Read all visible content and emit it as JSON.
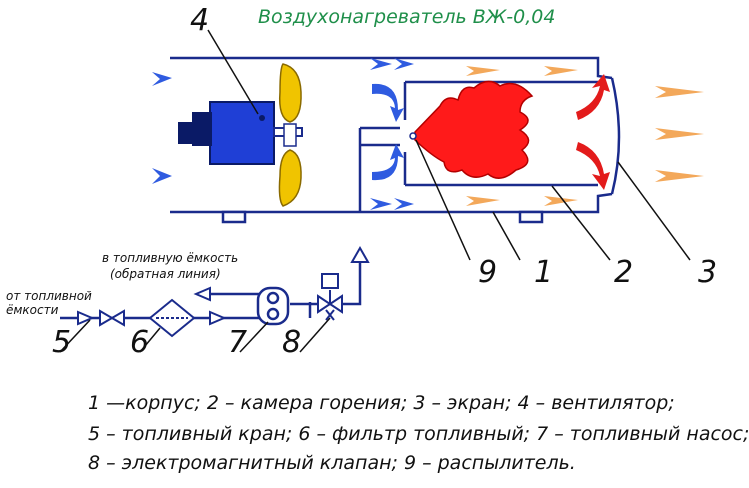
{
  "title": "Воздухонагреватель ВЖ-0,04",
  "labels": {
    "n1": "1",
    "n2": "2",
    "n3": "3",
    "n4": "4",
    "n5": "5",
    "n6": "6",
    "n7": "7",
    "n8": "8",
    "n9": "9"
  },
  "notes": {
    "return_line_1": "в топливную ёмкость",
    "return_line_2": "(обратная линия)",
    "from_tank_1": "от топливной",
    "from_tank_2": "ёмкости"
  },
  "legend": {
    "line1": "1 —корпус; 2 – камера горения; 3 – экран; 4 – вентилятор;",
    "line2": "5 – топливный кран; 6 – фильтр топливный; 7 – топливный насос;",
    "line3": "8 – электромагнитный клапан; 9 – распылитель."
  },
  "colors": {
    "line": "#1a2b8c",
    "fan_motor": "#1f3fd6",
    "blade": "#f0c400",
    "flame": "#ff1a1a",
    "warm_arrow": "#f3a85a",
    "cold_arrow": "#2f5be0",
    "title": "#1f8f4a"
  }
}
